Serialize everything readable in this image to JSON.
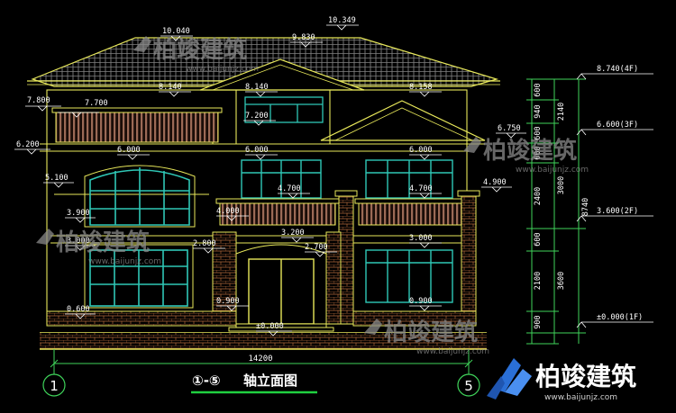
{
  "title": {
    "prefix": "①-⑤",
    "text": "轴立面图"
  },
  "axes": {
    "left": "1",
    "right": "5"
  },
  "overall_width": "14200",
  "levels_left": [
    "7.800",
    "7.700",
    "6.200",
    "5.100",
    "3.900",
    "3.000",
    "0.600"
  ],
  "levels_center": [
    "10.040",
    "9.830",
    "10.349",
    "8.140",
    "8.140",
    "8.158",
    "7.200",
    "6.000",
    "6.000",
    "6.000",
    "4.700",
    "4.700",
    "4.000",
    "3.200",
    "2.800",
    "2.700",
    "3.000",
    "0.900",
    "0.900",
    "±0.000",
    "6.750",
    "4.900"
  ],
  "levels_right": [
    "8.740(4F)",
    "6.600(3F)",
    "3.600(2F)",
    "±0.000(1F)"
  ],
  "dims_inner": [
    "600",
    "940",
    "600",
    "600",
    "2400",
    "600",
    "2100",
    "900"
  ],
  "dims_middle": [
    "2140",
    "3000",
    "3600"
  ],
  "dims_outer": "8740",
  "watermark": {
    "name": "柏竣建筑",
    "url": "www.baijunjz.com"
  },
  "brand": {
    "name": "柏竣建筑",
    "url": "www.baijunjz.com"
  },
  "colors": {
    "outline": "#e8e85a",
    "window": "#2fc7b6",
    "railing": "#9c6a56",
    "brick": "#b0683a",
    "roof": "#b9b9b9",
    "dimension": "#3fd35a",
    "title_underline": "#20d040"
  }
}
